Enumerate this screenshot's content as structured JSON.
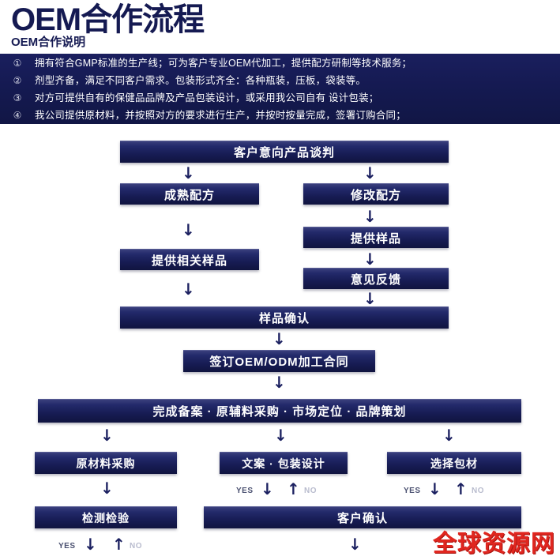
{
  "header": {
    "title": "OEM合作流程",
    "subtitle": "OEM合作说明"
  },
  "notes": {
    "items": [
      {
        "num": "①",
        "text": "拥有符合GMP标准的生产线；可为客户专业OEM代加工，提供配方研制等技术服务；"
      },
      {
        "num": "②",
        "text": "剂型齐备，满足不同客户需求。包装形式齐全：各种瓶装，压板，袋装等。"
      },
      {
        "num": "③",
        "text": "对方可提供自有的保健品品牌及产品包装设计，或采用我公司自有 设计包装；"
      },
      {
        "num": "④",
        "text": "我公司提供原材料，并按照对方的要求进行生产，并按时按量完成，签署订购合同；"
      }
    ]
  },
  "flow": {
    "boxes": {
      "negotiation": "客户意向产品谈判",
      "mature_formula": "成熟配方",
      "modify_formula": "修改配方",
      "provide_related_sample": "提供相关样品",
      "provide_sample": "提供样品",
      "feedback": "意见反馈",
      "sample_confirm": "样品确认",
      "sign_contract": "签订OEM/ODM加工合同",
      "filing_row": "完成备案 · 原辅料采购 · 市场定位 · 品牌策划",
      "raw_material_purchase": "原材料采购",
      "copy_package_design": "文案 · 包装设计",
      "select_packaging": "选择包材",
      "inspection": "检测检验",
      "customer_confirm": "客户确认"
    },
    "yes_label": "YES",
    "no_label": "NO"
  },
  "watermark": {
    "text": "全球资源网"
  },
  "colors": {
    "navy": "#151a52",
    "box_top": "#3a3f7c",
    "box_bottom": "#10143f",
    "arrow": "#1b2060",
    "watermark_red": "#e0261f",
    "yes": "#4a5070",
    "no": "#b9bcce"
  }
}
